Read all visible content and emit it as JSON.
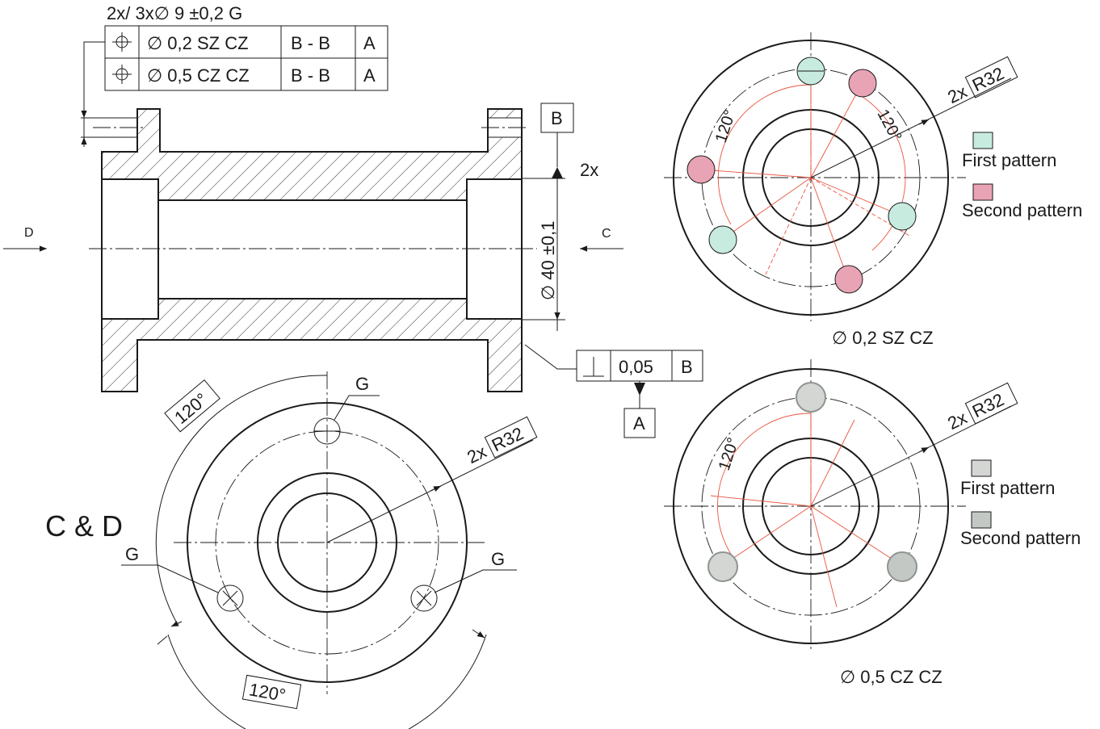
{
  "hole_callout": "2x/ 3x∅ 9 ±0,2 G",
  "fcf_top": {
    "row1": {
      "tol": "∅  0,2 SZ CZ",
      "datums": "B  -  B",
      "datum2": "A"
    },
    "row2": {
      "tol": "∅  0,5 CZ CZ",
      "datums": "B  -  B",
      "datum2": "A"
    }
  },
  "datum_b": "B",
  "count_2x": "2x",
  "dim_diameter": "∅ 40 ±0,1",
  "view_d": "D",
  "view_c": "C",
  "perp_fcf": {
    "tol": "0,05",
    "datum": "B"
  },
  "datum_a": "A",
  "front_view": {
    "angle_top": "120°",
    "angle_bottom": "120°",
    "radius_prefix": "2x",
    "radius": "R32",
    "title": "C & D",
    "hole_label": "G"
  },
  "pattern1": {
    "caption": "∅  0,2 SZ CZ",
    "angle_left": "120°",
    "angle_right": "120°",
    "radius_prefix": "2x",
    "radius": "R32",
    "legend": [
      {
        "label": "First pattern",
        "color": "#c8ebdf"
      },
      {
        "label": "Second pattern",
        "color": "#e8a3b5"
      }
    ]
  },
  "pattern2": {
    "caption": "∅  0,5 CZ CZ",
    "angle_left": "120°",
    "radius_prefix": "2x",
    "radius": "R32",
    "legend": [
      {
        "label": "First pattern",
        "color": "#d3d6d3"
      },
      {
        "label": "Second pattern",
        "color": "#c4c8c5"
      }
    ]
  },
  "colors": {
    "construction": "#e8553f",
    "line": "#1a1a1a"
  }
}
